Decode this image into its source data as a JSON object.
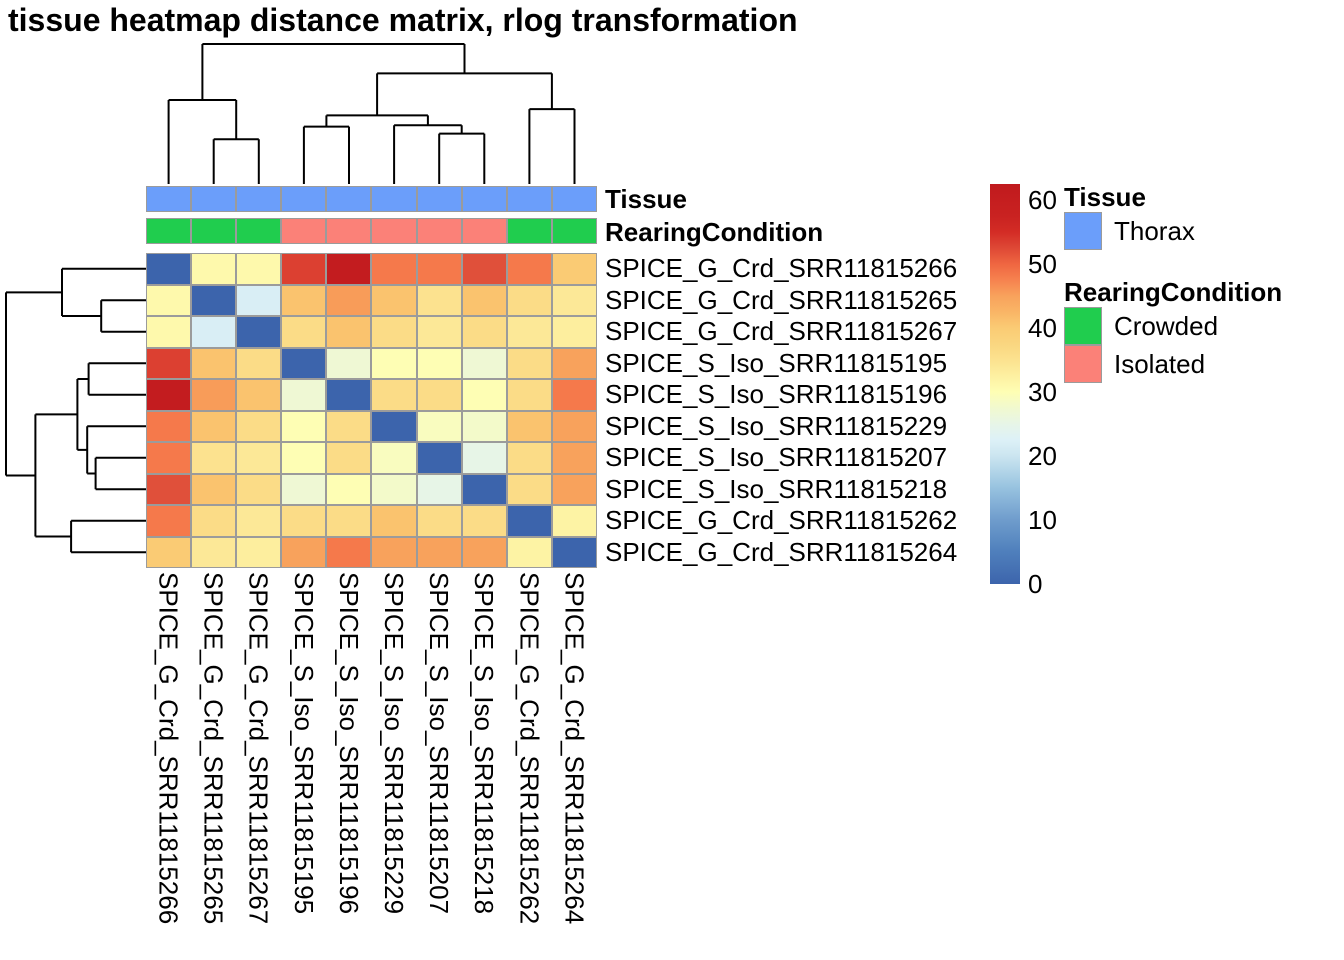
{
  "title": "tissue heatmap distance matrix, rlog transformation",
  "chart_data": {
    "type": "heatmap",
    "subtype": "sample-distance-matrix-with-dendrograms",
    "samples": [
      "SPICE_G_Crd_SRR11815266",
      "SPICE_G_Crd_SRR11815265",
      "SPICE_G_Crd_SRR11815267",
      "SPICE_S_Iso_SRR11815195",
      "SPICE_S_Iso_SRR11815196",
      "SPICE_S_Iso_SRR11815229",
      "SPICE_S_Iso_SRR11815207",
      "SPICE_S_Iso_SRR11815218",
      "SPICE_G_Crd_SRR11815262",
      "SPICE_G_Crd_SRR11815264"
    ],
    "row_order_same_as_columns": true,
    "matrix": [
      [
        0,
        31,
        31,
        53,
        61,
        48,
        48,
        52,
        48,
        40
      ],
      [
        31,
        0,
        22,
        41,
        46,
        41,
        35,
        41,
        36,
        34
      ],
      [
        31,
        22,
        0,
        36,
        41,
        36,
        34,
        36,
        34,
        33
      ],
      [
        53,
        41,
        36,
        0,
        27,
        30,
        30,
        27,
        36,
        45
      ],
      [
        61,
        46,
        41,
        27,
        0,
        36,
        36,
        30,
        36,
        48
      ],
      [
        48,
        41,
        36,
        30,
        36,
        0,
        29,
        28,
        41,
        45
      ],
      [
        48,
        35,
        34,
        30,
        36,
        29,
        0,
        25,
        36,
        45
      ],
      [
        52,
        41,
        36,
        27,
        30,
        28,
        25,
        0,
        36,
        45
      ],
      [
        48,
        36,
        34,
        36,
        36,
        41,
        36,
        36,
        0,
        32
      ],
      [
        40,
        34,
        33,
        45,
        48,
        45,
        45,
        45,
        32,
        0
      ]
    ],
    "col_annotations": [
      {
        "name": "Tissue",
        "values": [
          "Thorax",
          "Thorax",
          "Thorax",
          "Thorax",
          "Thorax",
          "Thorax",
          "Thorax",
          "Thorax",
          "Thorax",
          "Thorax"
        ],
        "colors": {
          "Thorax": "#6B9EFA"
        }
      },
      {
        "name": "RearingCondition",
        "values": [
          "Crowded",
          "Crowded",
          "Crowded",
          "Isolated",
          "Isolated",
          "Isolated",
          "Isolated",
          "Isolated",
          "Crowded",
          "Crowded"
        ],
        "colors": {
          "Crowded": "#20CD4E",
          "Isolated": "#FB8178"
        }
      }
    ],
    "colorbar": {
      "vmin": 0,
      "vmax": 62.5,
      "ticks": [
        60,
        50,
        40,
        30,
        20,
        10,
        0
      ],
      "stops": [
        [
          0,
          "#3C64AC"
        ],
        [
          5,
          "#4F7FBC"
        ],
        [
          10,
          "#6F9CCC"
        ],
        [
          15,
          "#97C2DF"
        ],
        [
          20,
          "#CBE5F0"
        ],
        [
          23,
          "#E0F3F8"
        ],
        [
          26,
          "#EAF6DE"
        ],
        [
          28,
          "#F3FACA"
        ],
        [
          30,
          "#FEFEB4"
        ],
        [
          32,
          "#FDF3A4"
        ],
        [
          34,
          "#FCE897"
        ],
        [
          36,
          "#FBDC87"
        ],
        [
          38,
          "#FAD47E"
        ],
        [
          40,
          "#FACB74"
        ],
        [
          42,
          "#F9BA68"
        ],
        [
          44,
          "#F8A75E"
        ],
        [
          46,
          "#F89C59"
        ],
        [
          48,
          "#F5794B"
        ],
        [
          50,
          "#EF6641"
        ],
        [
          52,
          "#E0503A"
        ],
        [
          54,
          "#D73027"
        ],
        [
          57,
          "#CA2321"
        ],
        [
          62.5,
          "#C01A1E"
        ]
      ]
    },
    "dendrogram": {
      "h": 1.0,
      "c": [
        {
          "h": 0.6,
          "c": [
            {
              "leaf": 0
            },
            {
              "h": 0.32,
              "c": [
                {
                  "leaf": 1
                },
                {
                  "leaf": 2
                }
              ]
            }
          ]
        },
        {
          "h": 0.79,
          "c": [
            {
              "h": 0.49,
              "c": [
                {
                  "h": 0.41,
                  "c": [
                    {
                      "leaf": 3
                    },
                    {
                      "leaf": 4
                    }
                  ]
                },
                {
                  "h": 0.42,
                  "c": [
                    {
                      "leaf": 5
                    },
                    {
                      "h": 0.36,
                      "c": [
                        {
                          "leaf": 6
                        },
                        {
                          "leaf": 7
                        }
                      ]
                    }
                  ]
                }
              ]
            },
            {
              "h": 0.535,
              "c": [
                {
                  "leaf": 8
                },
                {
                  "leaf": 9
                }
              ]
            }
          ]
        }
      ]
    },
    "grid_border_color": "#9B9B9B",
    "dendrogram_color": "#000000"
  },
  "legend": {
    "sections": [
      {
        "title": "Tissue",
        "items": [
          {
            "label": "Thorax",
            "color": "#6B9EFA"
          }
        ]
      },
      {
        "title": "RearingCondition",
        "items": [
          {
            "label": "Crowded",
            "color": "#20CD4E"
          },
          {
            "label": "Isolated",
            "color": "#FB8178"
          }
        ]
      }
    ]
  }
}
